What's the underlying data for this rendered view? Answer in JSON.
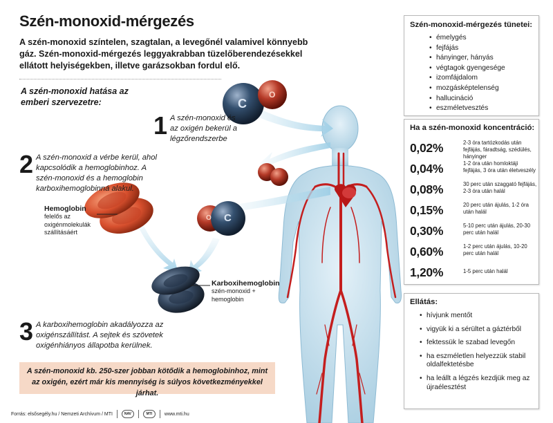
{
  "title": "Szén-monoxid-mérgezés",
  "intro": "A szén-monoxid színtelen, szagtalan, a levegőnél valamivel könnyebb gáz. Szén-monoxid-mérgezés leggyakrabban tüzelőberendezésekkel ellátott helyiségekben, illetve garázsokban fordul elő.",
  "effect_title": "A szén-monoxid hatása az emberi szervezetre:",
  "steps": [
    {
      "num": "1",
      "text": "A szén-monoxid és az oxigén bekerül a légzőrendszerbe"
    },
    {
      "num": "2",
      "text": "A szén-monoxid a vérbe kerül, ahol kapcsolódik a hemoglobinhoz. A szén-monoxid és a hemoglobin karboxihemoglobinná alakul."
    },
    {
      "num": "3",
      "text": "A karboxihemoglobin akadályozza az oxigénszállítást. A sejtek és szövetek oxigénhiányos állapotba kerülnek."
    }
  ],
  "molecules": {
    "carbon": "C",
    "oxygen": "O"
  },
  "hemoglobin": {
    "label": "Hemoglobin",
    "desc": "felelős az oxigénmolekulák szállításáért"
  },
  "carboxy": {
    "label": "Karboxihemoglobin",
    "desc": "szén-monoxid + hemoglobin"
  },
  "symptoms": {
    "title": "Szén-monoxid-mérgezés tünetei:",
    "items": [
      "émelygés",
      "fejfájás",
      "hányinger, hányás",
      "végtagok gyengesége",
      "izomfájdalom",
      "mozgásképtelenség",
      "hallucináció",
      "eszméletvesztés"
    ]
  },
  "concentration": {
    "title": "Ha a szén-monoxid koncentráció:",
    "rows": [
      {
        "value": "0,02%",
        "desc": "2-3 óra tartózkodás után fejfájás, fáradtság, szédülés, hányinger"
      },
      {
        "value": "0,04%",
        "desc": "1-2 óra után homloktáji fejfájás, 3 óra után életveszély"
      },
      {
        "value": "0,08%",
        "desc": "30 perc után szaggató fejfájás, 2-3 óra után halál"
      },
      {
        "value": "0,15%",
        "desc": "20 perc után ájulás, 1-2 óra után halál"
      },
      {
        "value": "0,30%",
        "desc": "5-10 perc után ájulás, 20-30 perc után halál"
      },
      {
        "value": "0,60%",
        "desc": "1-2 perc után ájulás, 10-20 perc után halál"
      },
      {
        "value": "1,20%",
        "desc": "1-5 perc után halál"
      }
    ]
  },
  "care": {
    "title": "Ellátás:",
    "items": [
      "hívjunk mentőt",
      "vigyük ki a sérültet a gáztérből",
      "fektessük le szabad levegőn",
      "ha eszméletlen helyezzük stabil oldalfektetésbe",
      "ha leállt a légzés kezdjük meg az újraélesztést"
    ]
  },
  "note": "A szén-monoxid kb. 250-szer jobban kötődik a hemoglobinhoz, mint az oxigén, ezért már kis mennyiség is súlyos következményekkel járhat.",
  "footer": {
    "source": "Forrás: elsősegély.hu / Nemzeti Archívum / MTI",
    "logo1": "NAV",
    "logo2": "MTI",
    "url": "www.mti.hu"
  },
  "colors": {
    "co_molecule": "#2a4466",
    "o_molecule": "#b43a2a",
    "blood_vessel": "#c41e1e",
    "body": "#b8d7e8",
    "note_bg": "#f6d9c7"
  }
}
